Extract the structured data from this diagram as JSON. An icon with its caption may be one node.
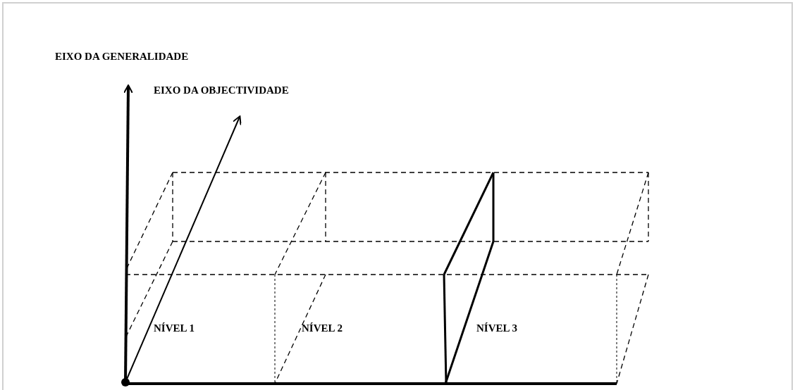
{
  "diagram": {
    "labels": [
      "EIXO DA GENERALIDADE",
      "EIXO DA OBJECTIVIDADE",
      "NÍVEL 1",
      "NÍVEL 2",
      "NÍVEL 3"
    ]
  }
}
